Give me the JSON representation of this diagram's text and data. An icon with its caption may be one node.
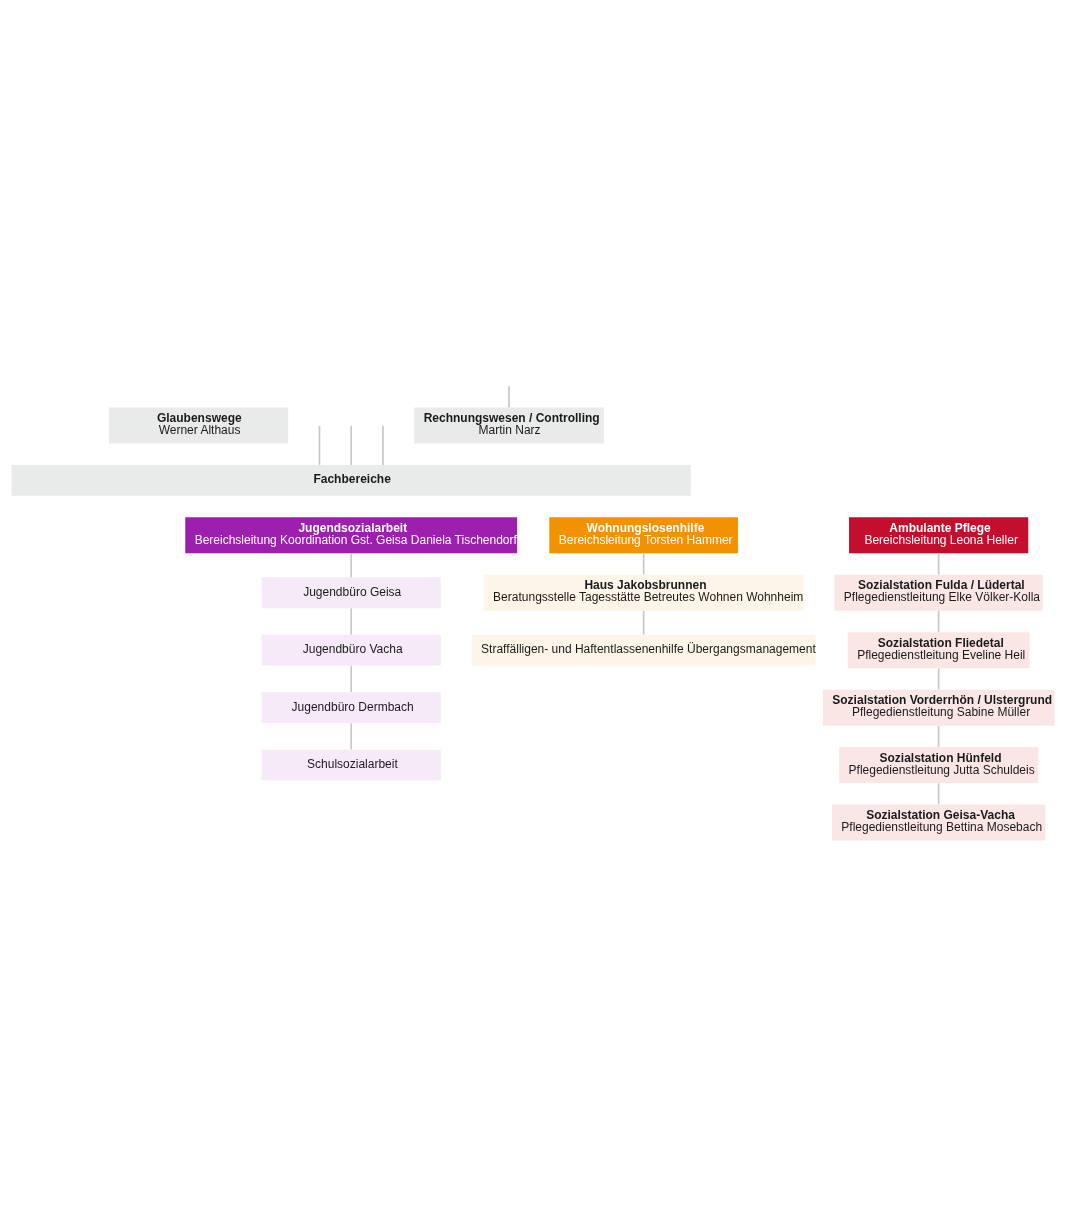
{
  "diagram": {
    "nodes": [
      {
        "text": [
          "Rechnungswesen / Controlling",
          "Martin Narz"
        ]
      },
      {
        "text": [
          "Glaubenswege",
          "Werner Althaus"
        ]
      },
      {
        "text": [
          "Fachbereiche"
        ]
      },
      {
        "text": [
          "Wohnungslosenhilfe",
          "Bereichsleitung Torsten Hammer"
        ]
      },
      {
        "text": [
          "Jugendsozialarbeit",
          "Bereichsleitung Koordination Gst. Geisa Daniela Tischendorf"
        ]
      },
      {
        "text": [
          "Ambulante Pflege",
          "Bereichsleitung Leona Heller"
        ]
      },
      {
        "text": [
          "Haus Jakobsbrunnen",
          "Beratungsstelle Tagesstätte Betreutes Wohnen Wohnheim"
        ]
      },
      {
        "text": [
          "Straffälligen- und Haftentlassenenhilfe Übergangsmanagement"
        ]
      },
      {
        "text": [
          "Jugendbüro Geisa"
        ]
      },
      {
        "text": [
          "Jugendbüro Vacha"
        ]
      },
      {
        "text": [
          "Jugendbüro Dermbach"
        ]
      },
      {
        "text": [
          "Schulsozialarbeit"
        ]
      },
      {
        "text": [
          "Sozialstation Fulda / Lüdertal",
          "Pflegedienstleitung Elke Völker-Kolla"
        ]
      },
      {
        "text": [
          "Sozialstation Fliedetal",
          "Pflegedienstleitung Eveline Heil"
        ]
      },
      {
        "text": [
          "Sozialstation Vorderrhön / Ulstergrund",
          "Pflegedienstleitung Sabine Müller"
        ]
      },
      {
        "text": [
          "Sozialstation Hünfeld",
          "Pflegedienstleitung Jutta Schuldeis"
        ]
      },
      {
        "text": [
          "Sozialstation Geisa-Vacha",
          "Pflegedienstleitung Bettina Mosebach"
        ]
      }
    ],
    "edges": [
      {
        "from": null,
        "to": 0,
        "arrow": "none"
      },
      {
        "from": null,
        "to": 2,
        "arrow": "none"
      },
      {
        "from": null,
        "to": 2,
        "arrow": "none"
      },
      {
        "from": null,
        "to": 2,
        "arrow": "none"
      },
      {
        "from": 3,
        "to": 6,
        "arrow": "none"
      },
      {
        "from": 6,
        "to": 7,
        "arrow": "none"
      },
      {
        "from": 4,
        "to": 8,
        "arrow": "none"
      },
      {
        "from": 8,
        "to": 9,
        "arrow": "none"
      },
      {
        "from": 9,
        "to": 10,
        "arrow": "none"
      },
      {
        "from": 10,
        "to": 11,
        "arrow": "none"
      },
      {
        "from": 5,
        "to": 12,
        "arrow": "none"
      },
      {
        "from": 12,
        "to": 13,
        "arrow": "none"
      },
      {
        "from": 13,
        "to": 14,
        "arrow": "none"
      },
      {
        "from": 14,
        "to": 15,
        "arrow": "none"
      },
      {
        "from": 15,
        "to": 16,
        "arrow": "none"
      }
    ]
  }
}
